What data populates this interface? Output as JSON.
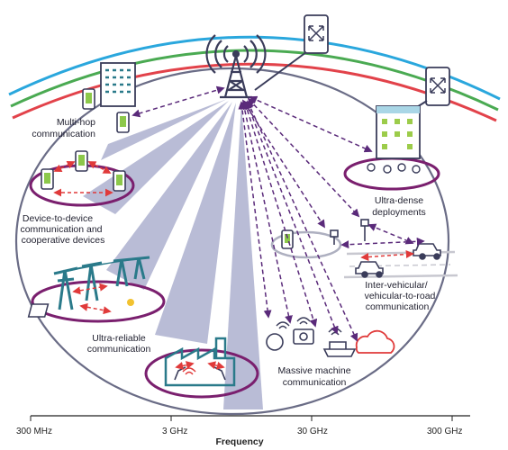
{
  "labels": {
    "multihop": [
      "Multi-hop",
      "communication"
    ],
    "d2d": [
      "Device-to-device",
      "communication and",
      "cooperative devices"
    ],
    "urc": [
      "Ultra-reliable",
      "communication"
    ],
    "mmc": [
      "Massive machine",
      "communication"
    ],
    "udd": [
      "Ultra-dense",
      "deployments"
    ],
    "v2x": [
      "Inter-vehicular/",
      "vehicular-to-road",
      "communication"
    ]
  },
  "axis": {
    "title": "Frequency",
    "ticks": [
      "300 MHz",
      "3 GHz",
      "30 GHz",
      "300 GHz"
    ]
  },
  "icons": {
    "tower": "cell-tower-icon",
    "relay": "relay-node-icon",
    "building": "office-building-icon",
    "phone": "smartphone-icon",
    "car": "car-icon",
    "factory": "factory-icon",
    "solar": "solar-panel-icon",
    "cloud": "iot-cloud-icon",
    "camera": "camera-icon",
    "ship": "ship-icon"
  },
  "colors": {
    "arc_blue": "#2aa7dd",
    "arc_green": "#4aaa52",
    "arc_red": "#e2424a",
    "ellipse": "#6a6c86",
    "beam": "#b6b9d4",
    "purple": "#7a1f6e",
    "link_dash": "#5a2a7a",
    "device_link": "#e03a3a",
    "icon": "#3a3c5a",
    "teal": "#2a7a8a"
  }
}
